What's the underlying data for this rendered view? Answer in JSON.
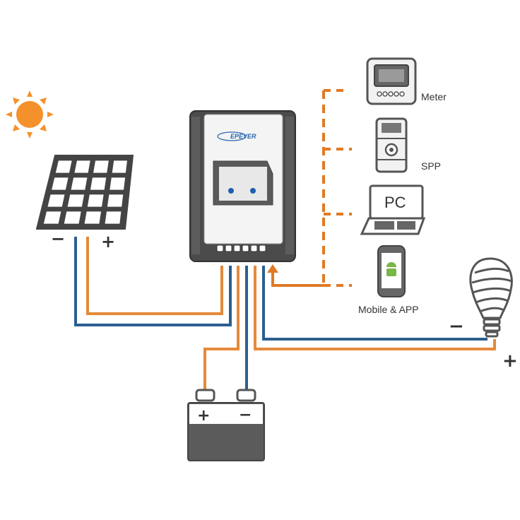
{
  "colors": {
    "positive_wire": "#e5893a",
    "negative_wire": "#2c5f8e",
    "data_link": "#e07a24",
    "sun": "#f5912b",
    "outline": "#555555",
    "device_body": "#f2f2f2",
    "controller_body": "#4b4b4b"
  },
  "controller": {
    "brand": "EPEVER"
  },
  "devices": [
    {
      "id": "meter",
      "label": "Meter",
      "icon": "meter-icon"
    },
    {
      "id": "spp",
      "label": "SPP",
      "icon": "spp-icon"
    },
    {
      "id": "pc",
      "label": "PC",
      "screen_text": "PC",
      "icon": "laptop-icon"
    },
    {
      "id": "mobile",
      "label": "Mobile & APP",
      "icon": "smartphone-icon"
    }
  ],
  "solar_panel": {
    "negative": "−",
    "positive": "+"
  },
  "battery": {
    "positive": "+",
    "negative": "−"
  },
  "load": {
    "negative": "−",
    "positive": "+",
    "icon": "light-bulb-icon"
  }
}
